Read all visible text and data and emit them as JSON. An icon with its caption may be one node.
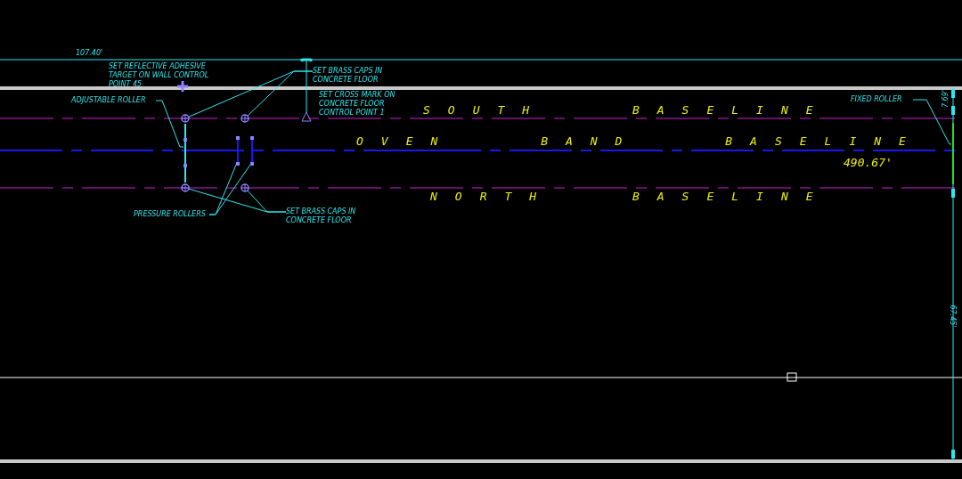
{
  "diagram": {
    "nodes": [
      {
        "text": [
          "SET BRASS CAPS IN CONCRETE FLOOR"
        ]
      },
      {
        "text": [
          "ADJUSTABLE ROLLER"
        ]
      },
      {
        "text": [
          "FIXED ROLLER"
        ]
      },
      {
        "text": [
          "PRESSURE ROLLERS"
        ]
      },
      {
        "text": [
          "SET BRASS CAPS IN CONCRETE FLOOR"
        ]
      },
      {
        "text": [],
        "shape": "circle"
      },
      {
        "text": [],
        "shape": "circle"
      },
      {
        "text": [],
        "shape": "bar"
      },
      {
        "text": [],
        "shape": "bar"
      },
      {
        "text": [],
        "shape": "bar"
      },
      {
        "text": [],
        "shape": "circle"
      },
      {
        "text": [],
        "shape": "circle"
      },
      {
        "text": [],
        "shape": "bar"
      }
    ],
    "edges": [
      {
        "from": 0,
        "to": 5,
        "arrow": "none"
      },
      {
        "from": 0,
        "to": 6,
        "arrow": "none"
      },
      {
        "from": 1,
        "to": 7,
        "arrow": "none"
      },
      {
        "from": 2,
        "to": 12,
        "arrow": "none"
      },
      {
        "from": 3,
        "to": 8,
        "arrow": "none"
      },
      {
        "from": 3,
        "to": 9,
        "arrow": "none"
      },
      {
        "from": 4,
        "to": 10,
        "arrow": "none"
      },
      {
        "from": 4,
        "to": 11,
        "arrow": "none"
      }
    ],
    "labels": [
      "107.40'",
      "SET REFLECTIVE ADHESIVE TARGET ON WALL CONTROL POINT 45",
      "SET CROSS MARK ON CONCRETE FLOOR CONTROL POINT 1",
      "SOUTH BASELINE",
      "7.69'",
      "OVEN BAND BASELINE",
      "490.67'",
      "NORTH BASELINE",
      "67.45'"
    ]
  }
}
